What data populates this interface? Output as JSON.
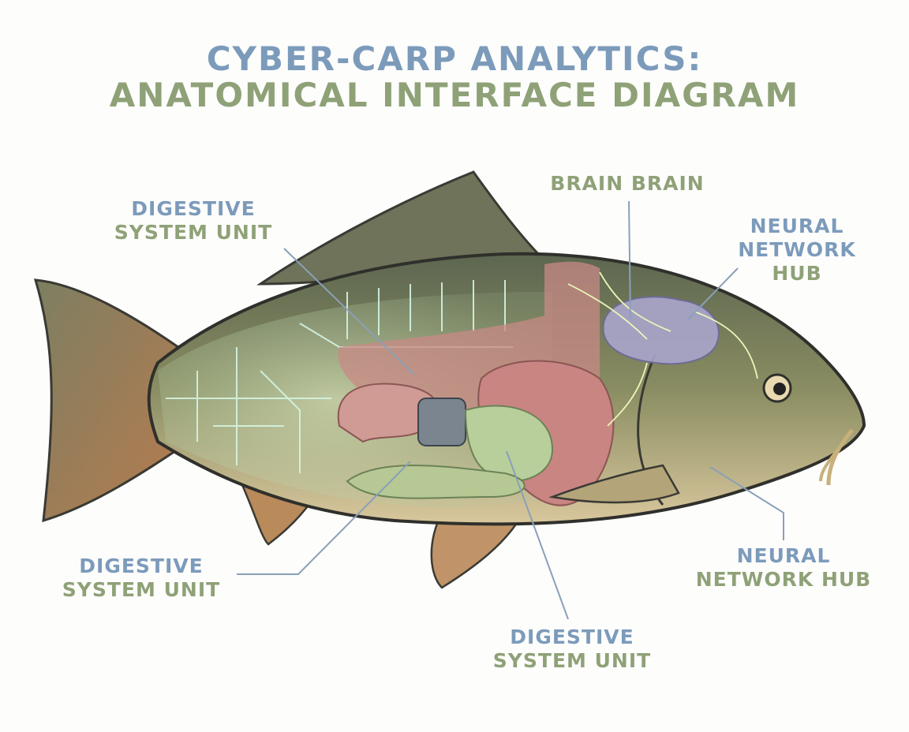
{
  "title": {
    "line1": "CYBER-CARP ANALYTICS:",
    "line2": "ANATOMICAL INTERFACE DIAGRAM"
  },
  "labels": {
    "digestive_top": {
      "line1": "DIGESTIVE",
      "line2": "SYSTEM UNIT"
    },
    "brain": {
      "line1": "BRAIN BRAIN"
    },
    "neural_top": {
      "line1": "NEURAL",
      "line2": "NETWORK",
      "line3": "HUB"
    },
    "digestive_left": {
      "line1": "DIGESTIVE",
      "line2": "SYSTEM UNIT"
    },
    "digestive_bottom": {
      "line1": "DIGESTIVE",
      "line2": "SYSTEM UNIT"
    },
    "neural_bottom": {
      "line1": "NEURAL",
      "line2": "NETWORK HUB"
    }
  },
  "colors": {
    "blue_text": "#7c9bbb",
    "green_text": "#8fa177",
    "leader": "#8aa0b8",
    "circuit": "#c8f0dc"
  }
}
